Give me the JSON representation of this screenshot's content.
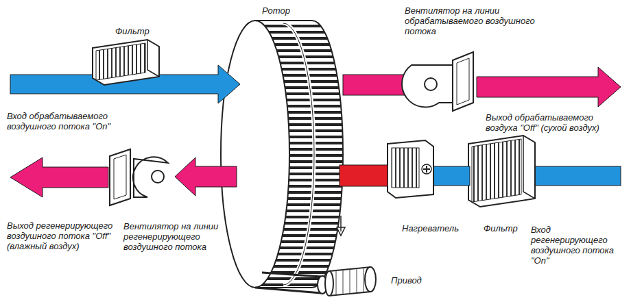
{
  "diagram": {
    "labels": [
      "Ротор",
      "Фильтр",
      "Вентилятор на линии обрабатываемого воздушного потока",
      "Вход обрабатываемого воздушного потока \"On\"",
      "Выход обрабатываемого воздуха \"Off\" (сухой воздух)",
      "Выход регенерирующего воздушного потока \"Off\"(влажный воздух)",
      "Вентилятор на линии регенерирующего воздушного потока",
      "Нагреватель",
      "Фильтр",
      "Вход регенерирующего воздушного потока \"On\"",
      "Привод"
    ]
  }
}
